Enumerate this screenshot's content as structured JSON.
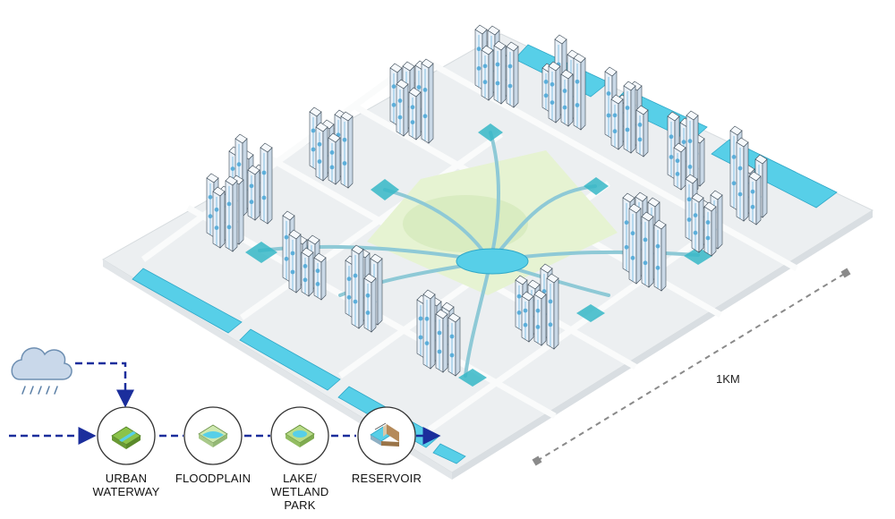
{
  "scale": {
    "label": "1KM"
  },
  "flow": {
    "stages": [
      {
        "label_lines": [
          "URBAN",
          "WATERWAY"
        ],
        "icon": "urban-waterway-icon"
      },
      {
        "label_lines": [
          "FLOODPLAIN"
        ],
        "icon": "floodplain-icon"
      },
      {
        "label_lines": [
          "LAKE/",
          "WETLAND",
          "PARK"
        ],
        "icon": "lake-wetland-park-icon"
      },
      {
        "label_lines": [
          "RESERVOIR"
        ],
        "icon": "reservoir-icon"
      }
    ],
    "source_icon": "rain-cloud-icon"
  },
  "colors": {
    "water": "#57cfe8",
    "water_dark": "#2fa8c8",
    "channel": "#8ec9d6",
    "park": "#e6f3d2",
    "ground": "#eceff1",
    "road": "#f7f8f9",
    "tower_face": "#e8f0f8",
    "tower_side": "#c9d8e6",
    "tower_line": "#3c4a57",
    "node": "#4aa6d6",
    "flow_arrow": "#1b2e9c",
    "dash_gray": "#8a8a8a"
  }
}
